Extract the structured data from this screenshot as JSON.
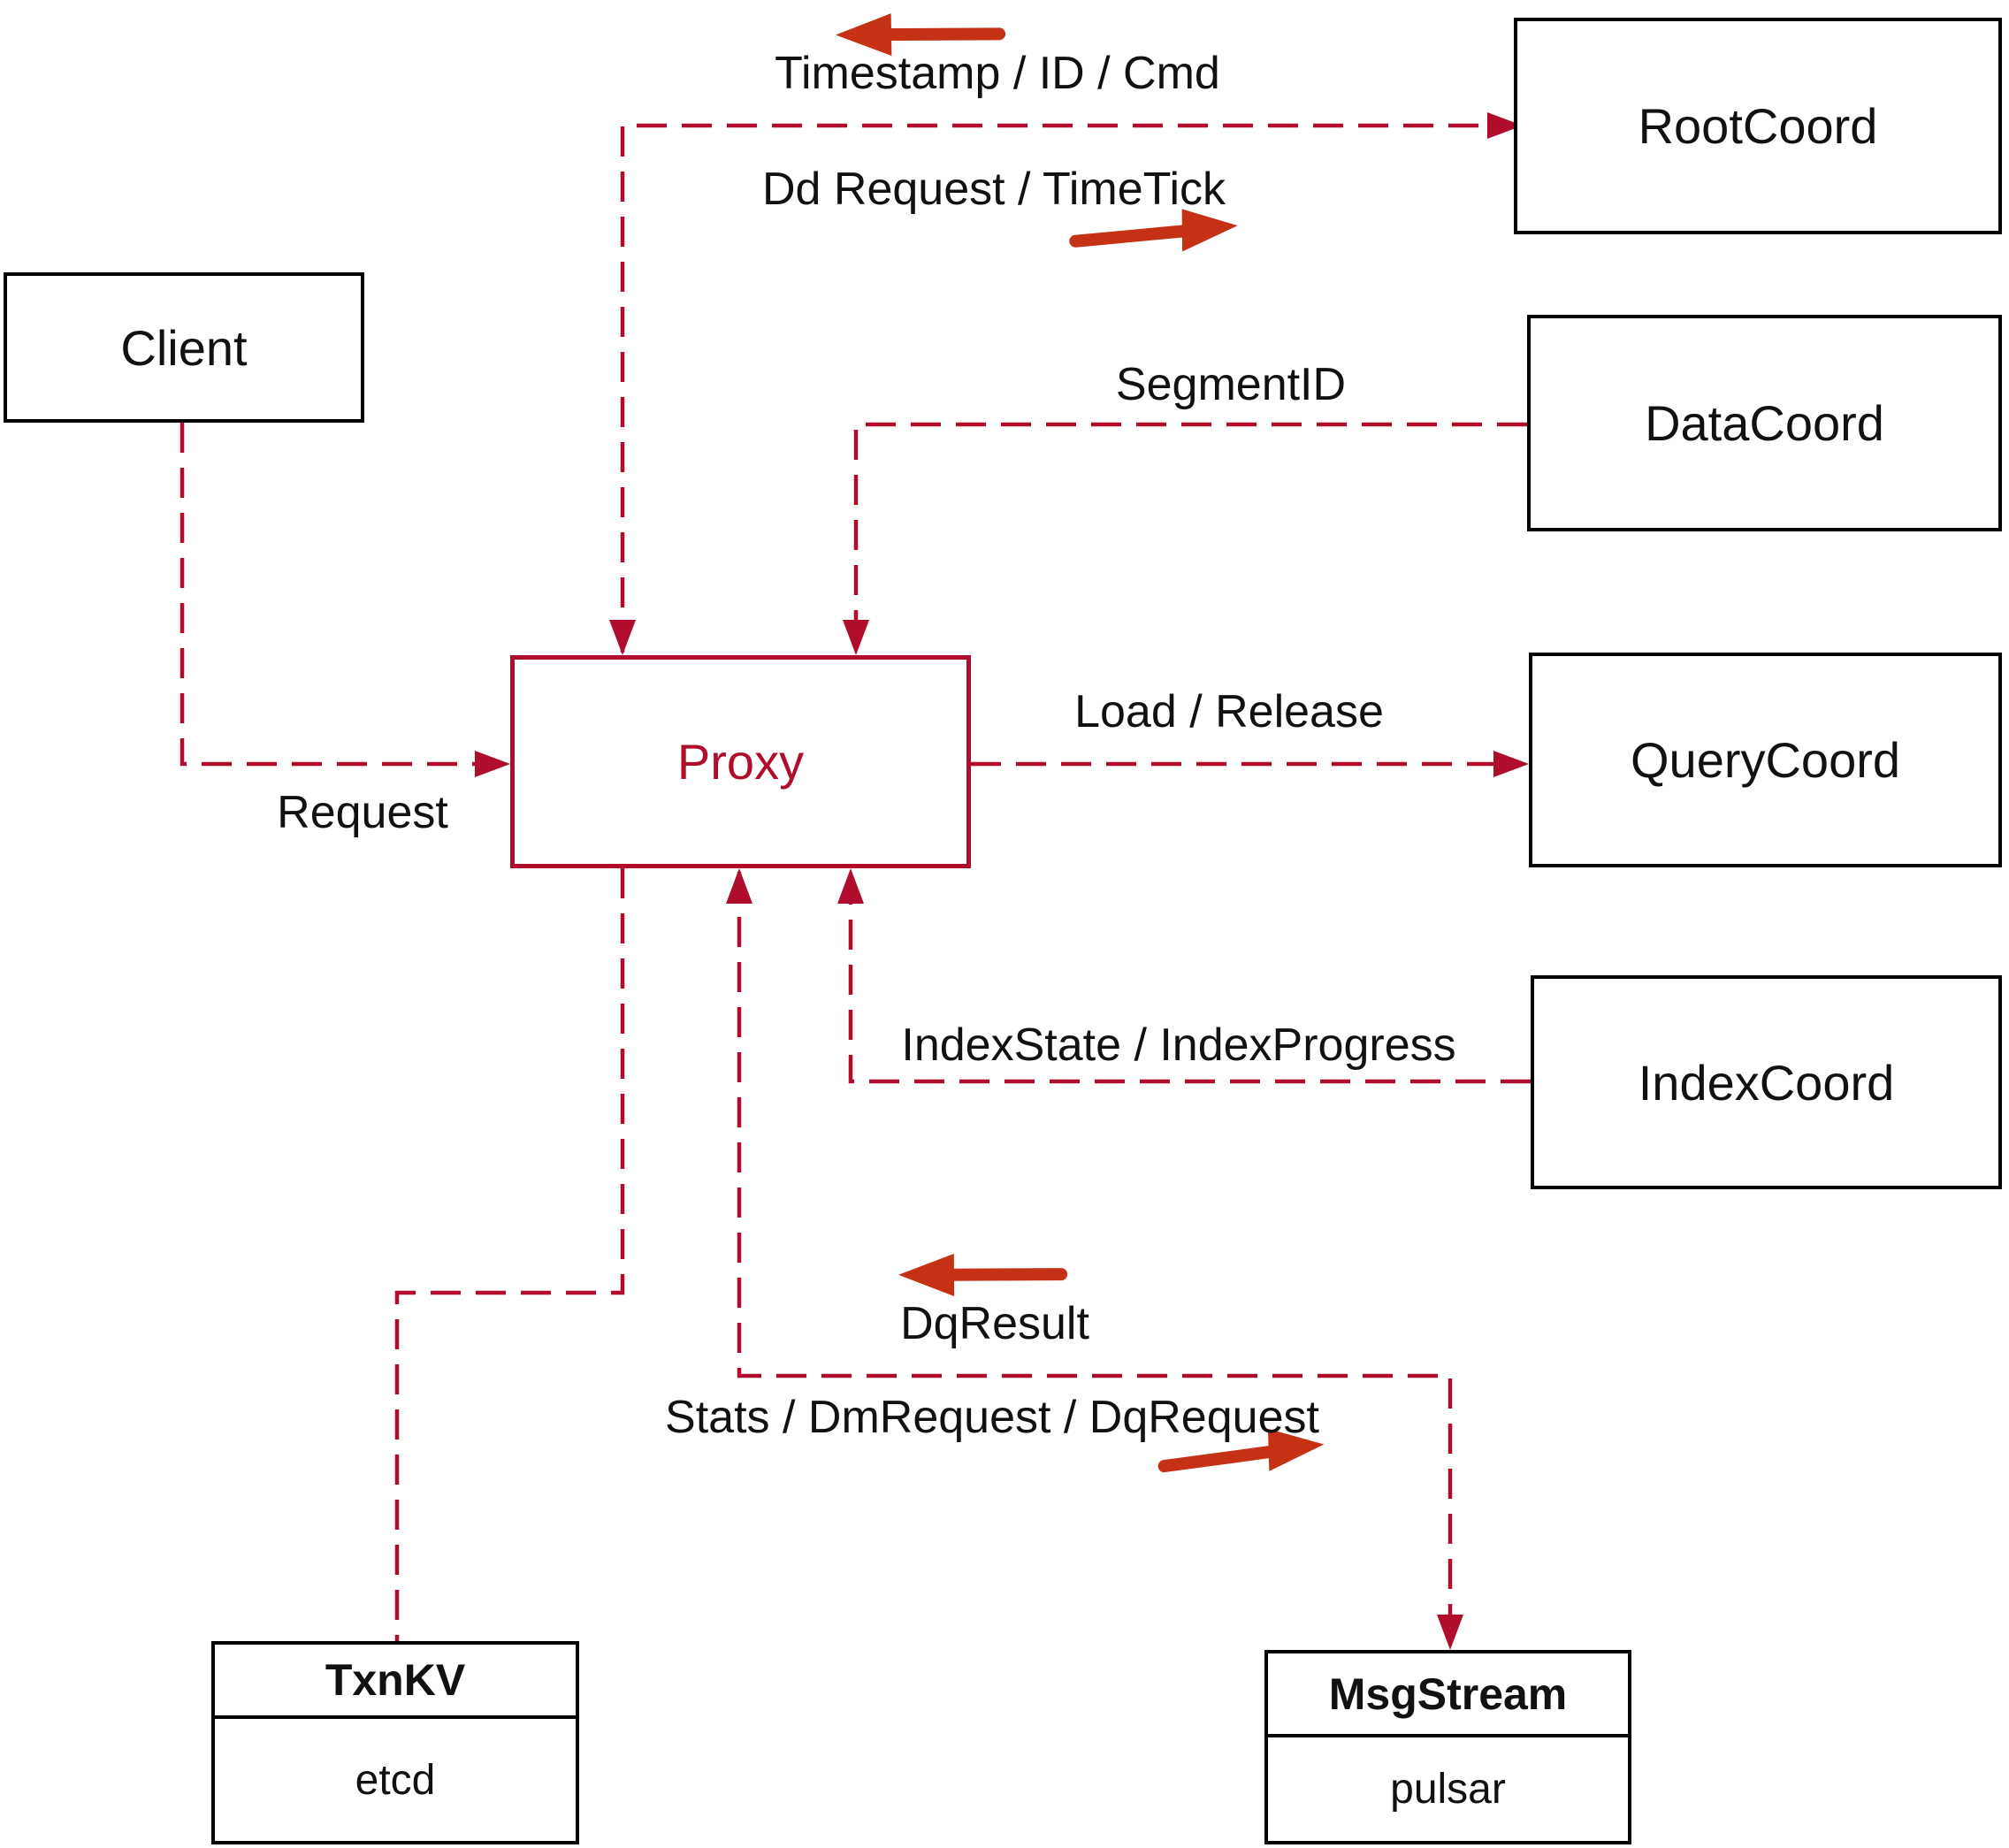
{
  "nodes": {
    "client": {
      "label": "Client"
    },
    "rootcoord": {
      "label": "RootCoord"
    },
    "datacoord": {
      "label": "DataCoord"
    },
    "querycoord": {
      "label": "QueryCoord"
    },
    "indexcoord": {
      "label": "IndexCoord"
    },
    "proxy": {
      "label": "Proxy"
    },
    "txnkv": {
      "title": "TxnKV",
      "sub": "etcd"
    },
    "msgstream": {
      "title": "MsgStream",
      "sub": "pulsar"
    }
  },
  "edge_labels": {
    "timestamp_id_cmd": "Timestamp / ID / Cmd",
    "dd_request_timetick": "Dd Request / TimeTick",
    "segment_id": "SegmentID",
    "request": "Request",
    "load_release": "Load / Release",
    "indexstate_progress": "IndexState / IndexProgress",
    "dq_result": "DqResult",
    "stats_dm_dq": "Stats / DmRequest / DqRequest"
  },
  "colors": {
    "dashed_edge": "#b00d2c",
    "solid_arrow": "#c43114",
    "box_border": "#000000",
    "label_text": "#111111",
    "background": "#ffffff"
  }
}
